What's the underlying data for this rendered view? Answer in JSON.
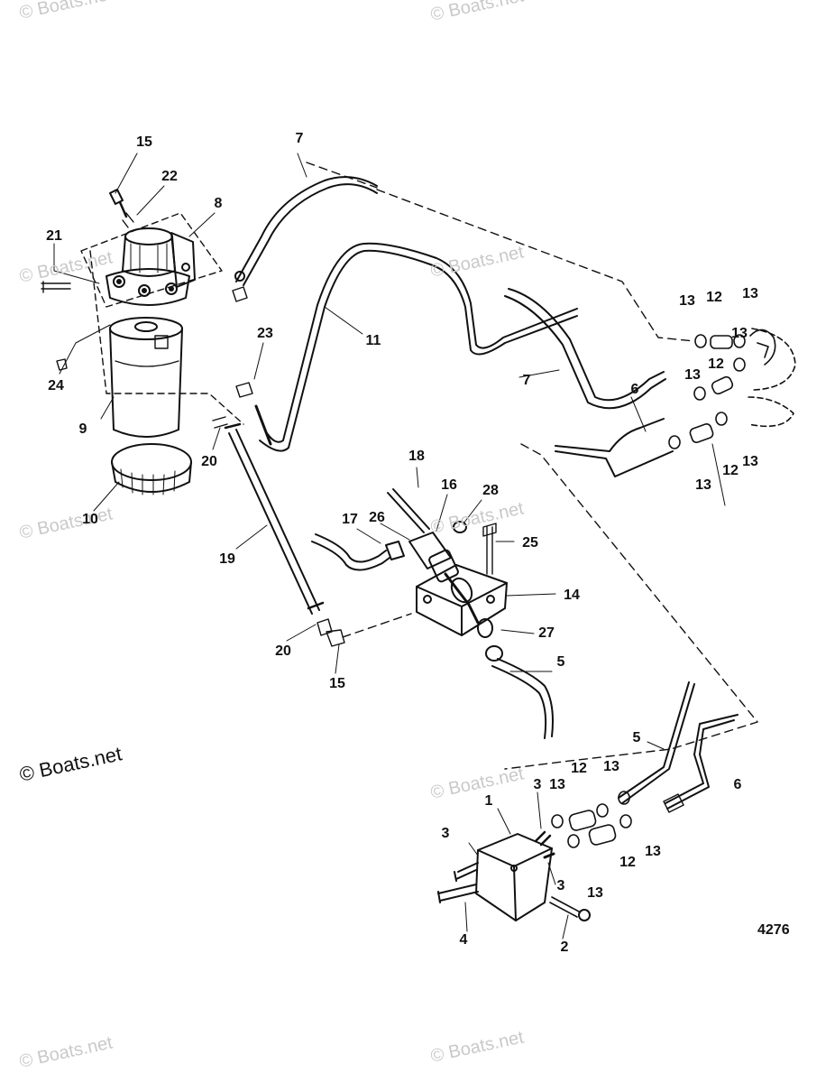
{
  "watermark": "© Boats.net",
  "copyright": "© Boats.net",
  "figure_number": "4276",
  "callouts": {
    "c1": "1",
    "c2": "2",
    "c3a": "3",
    "c3b": "3",
    "c3c": "3",
    "c4": "4",
    "c5a": "5",
    "c5b": "5",
    "c6a": "6",
    "c6b": "6",
    "c7a": "7",
    "c7b": "7",
    "c8": "8",
    "c9": "9",
    "c10": "10",
    "c11": "11",
    "c12a": "12",
    "c12b": "12",
    "c12c": "12",
    "c12d": "12",
    "c12e": "12",
    "c13a": "13",
    "c13b": "13",
    "c13c": "13",
    "c13d": "13",
    "c13e": "13",
    "c13f": "13",
    "c13g": "13",
    "c13h": "13",
    "c13i": "13",
    "c13j": "13",
    "c14": "14",
    "c15a": "15",
    "c15b": "15",
    "c16": "16",
    "c17": "17",
    "c18": "18",
    "c19": "19",
    "c20a": "20",
    "c20b": "20",
    "c21": "21",
    "c22": "22",
    "c23": "23",
    "c24": "24",
    "c25": "25",
    "c26": "26",
    "c27": "27",
    "c28": "28"
  }
}
